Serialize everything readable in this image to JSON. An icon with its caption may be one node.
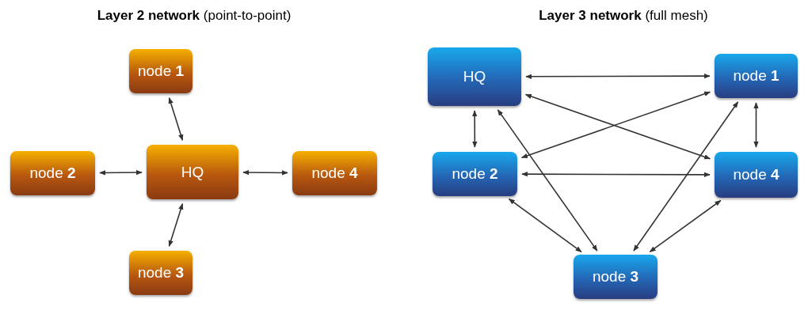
{
  "diagram": {
    "nodes": [
      {
        "text": [
          "node **1**"
        ]
      },
      {
        "text": [
          "node **2**"
        ]
      },
      {
        "text": [
          "HQ"
        ]
      },
      {
        "text": [
          "node **4**"
        ]
      },
      {
        "text": [
          "node **3**"
        ]
      },
      {
        "text": [
          "HQ"
        ]
      },
      {
        "text": [
          "node **1**"
        ]
      },
      {
        "text": [
          "node **2**"
        ]
      },
      {
        "text": [
          "node **4**"
        ]
      },
      {
        "text": [
          "node **3**"
        ]
      }
    ],
    "edges": [
      {
        "from": 2,
        "to": 0,
        "arrow": "both"
      },
      {
        "from": 2,
        "to": 1,
        "arrow": "both"
      },
      {
        "from": 2,
        "to": 3,
        "arrow": "both"
      },
      {
        "from": 2,
        "to": 4,
        "arrow": "both"
      },
      {
        "from": 5,
        "to": 6,
        "arrow": "both"
      },
      {
        "from": 5,
        "to": 7,
        "arrow": "both"
      },
      {
        "from": 5,
        "to": 8,
        "arrow": "both"
      },
      {
        "from": 5,
        "to": 9,
        "arrow": "both"
      },
      {
        "from": 6,
        "to": 7,
        "arrow": "both"
      },
      {
        "from": 6,
        "to": 8,
        "arrow": "both"
      },
      {
        "from": 6,
        "to": 9,
        "arrow": "both"
      },
      {
        "from": 7,
        "to": 8,
        "arrow": "both"
      },
      {
        "from": 7,
        "to": 9,
        "arrow": "both"
      },
      {
        "from": 8,
        "to": 9,
        "arrow": "both"
      }
    ],
    "labels": [
      "**Layer 2 network** (point-to-point)",
      "**Layer 3 network** (full mesh)"
    ]
  }
}
